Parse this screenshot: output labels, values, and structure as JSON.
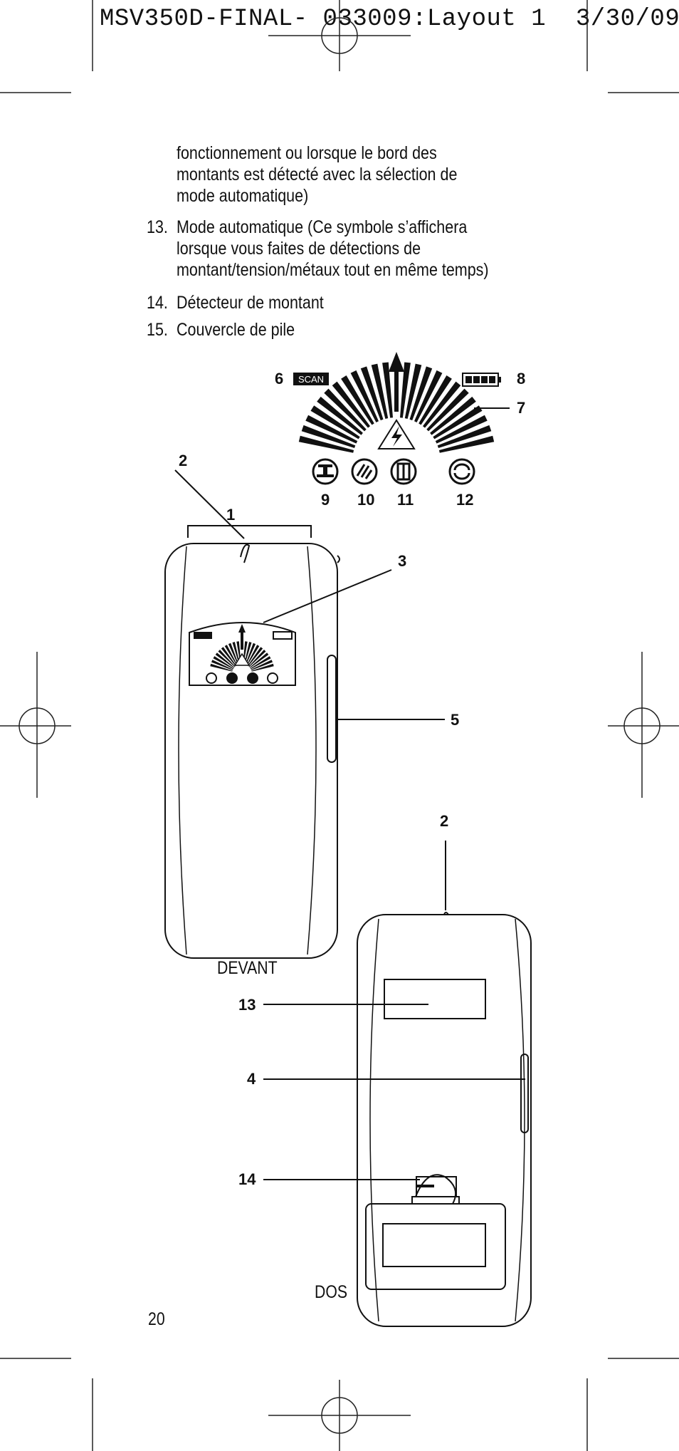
{
  "header": {
    "slug": "MSV350D-FINAL- 033009:Layout 1  3/30/09"
  },
  "continuation": [
    "fonctionnement ou lorsque le bord des",
    "montants est détecté avec la sélection de",
    "mode automatique)"
  ],
  "items": [
    {
      "num": "13.",
      "lines": [
        "Mode automatique (Ce symbole s’affichera",
        "lorsque vous faites de détections de",
        "montant/tension/métaux tout en même temps)"
      ]
    },
    {
      "num": "14.",
      "lines": [
        "Détecteur de montant"
      ]
    },
    {
      "num": "15.",
      "lines": [
        "Couvercle de pile"
      ]
    }
  ],
  "display": {
    "scan_label": "SCAN",
    "callouts": {
      "scan": "6",
      "arc": "7",
      "battery": "8",
      "stud": "9",
      "ac": "10",
      "metal": "11",
      "auto": "12"
    }
  },
  "front": {
    "caption": "DEVANT",
    "callouts": {
      "top_range": "1",
      "tip": "2",
      "display": "3",
      "button": "5"
    }
  },
  "back": {
    "caption": "DOS",
    "callouts": {
      "tip": "2",
      "auto_window": "13",
      "side": "4",
      "stud_sensor": "14"
    }
  },
  "page_number": "20"
}
